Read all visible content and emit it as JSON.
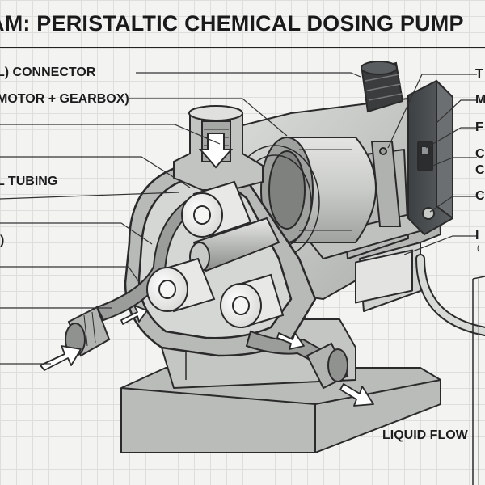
{
  "title": "AM: PERISTALTIC CHEMICAL DOSING PUMP",
  "labels": {
    "connector": "L) CONNECTOR",
    "motor": "MOTOR + GEARBOX)",
    "tubing": "L TUBING",
    "left_partial": ")",
    "liquid_flow": "LIQUID FLOW",
    "right_1": "T",
    "right_2": "M",
    "right_3": "F",
    "right_4a": "C",
    "right_4b": "C",
    "right_5": "C",
    "right_6": "I",
    "right_6_small": "("
  },
  "colors": {
    "background": "#f3f4f2",
    "grid": "#dcdfdb",
    "outline": "#2a2a2a",
    "housing": "#c7c9c6",
    "roller": "#f4f4f2",
    "control_box": "#4a4d4f",
    "arrow_fill": "#ffffff"
  }
}
